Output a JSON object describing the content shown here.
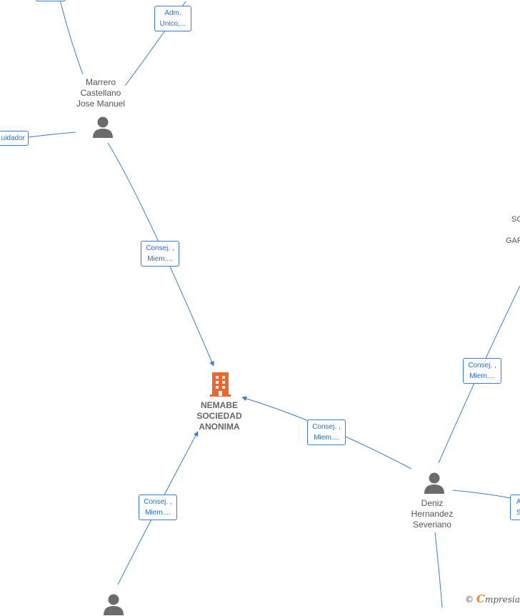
{
  "company": {
    "name_lines": [
      "NEMABE",
      "SOCIEDAD",
      "ANONIMA"
    ],
    "color": "#f0652c"
  },
  "persons": [
    {
      "id": "marrero",
      "name_lines": [
        "Marrero",
        "Castellano",
        "Jose Manuel"
      ]
    },
    {
      "id": "deniz",
      "name_lines": [
        "Deniz",
        "Hernandez",
        "Severiano"
      ]
    },
    {
      "id": "bottom-person",
      "name_lines": []
    }
  ],
  "relations": [
    {
      "id": "top-partial",
      "lines": [
        "",
        ""
      ]
    },
    {
      "id": "adm-unico",
      "lines": [
        "Adm.",
        "Unico,..."
      ]
    },
    {
      "id": "liquidador",
      "lines": [
        "uidador"
      ]
    },
    {
      "id": "consej-marrero",
      "lines": [
        "Consej. ,",
        "Miem...."
      ]
    },
    {
      "id": "consej-deniz",
      "lines": [
        "Consej. ,",
        "Miem...."
      ]
    },
    {
      "id": "consej-bottom",
      "lines": [
        "Consej. ,",
        "Miem...."
      ]
    },
    {
      "id": "consej-right",
      "lines": [
        "Consej. ,",
        "Miem...."
      ]
    },
    {
      "id": "right-partial",
      "lines": [
        "A",
        "S"
      ]
    }
  ],
  "offscreen_text": {
    "line1": "SC",
    "line2": "GAR"
  },
  "brand": {
    "copyright": "©",
    "initial": "C",
    "rest": "mpresia"
  },
  "colors": {
    "edge": "#3a7fd0",
    "person_icon": "#6b6b6b",
    "company_icon": "#f0652c"
  }
}
